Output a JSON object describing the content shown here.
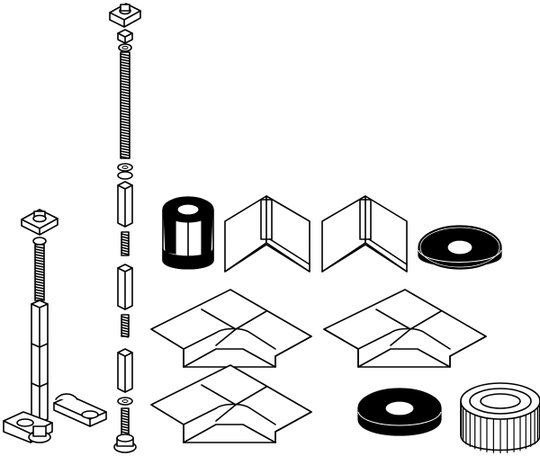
{
  "figure": {
    "background": "#ffffff",
    "stroke_color": "#000000",
    "parts": [
      {
        "id": "short-rod-assembly",
        "icon": "threaded-rod-assembly-icon"
      },
      {
        "id": "tall-rod-assembly",
        "icon": "threaded-rod-assembly-icon"
      },
      {
        "id": "rod-base-clip",
        "icon": "base-clip-icon"
      },
      {
        "id": "sealing-collar",
        "icon": "sealing-collar-icon"
      },
      {
        "id": "inner-corner-left",
        "icon": "inner-corner-icon"
      },
      {
        "id": "inner-corner-right",
        "icon": "inner-corner-icon"
      },
      {
        "id": "sealing-washer-large",
        "icon": "washer-icon"
      },
      {
        "id": "t-junction-top-left",
        "icon": "t-junction-icon"
      },
      {
        "id": "t-junction-top-right",
        "icon": "t-junction-icon"
      },
      {
        "id": "t-junction-bottom",
        "icon": "t-junction-icon"
      },
      {
        "id": "sealing-washer-small",
        "icon": "washer-icon"
      },
      {
        "id": "tape-roll",
        "icon": "tape-roll-icon"
      }
    ]
  }
}
